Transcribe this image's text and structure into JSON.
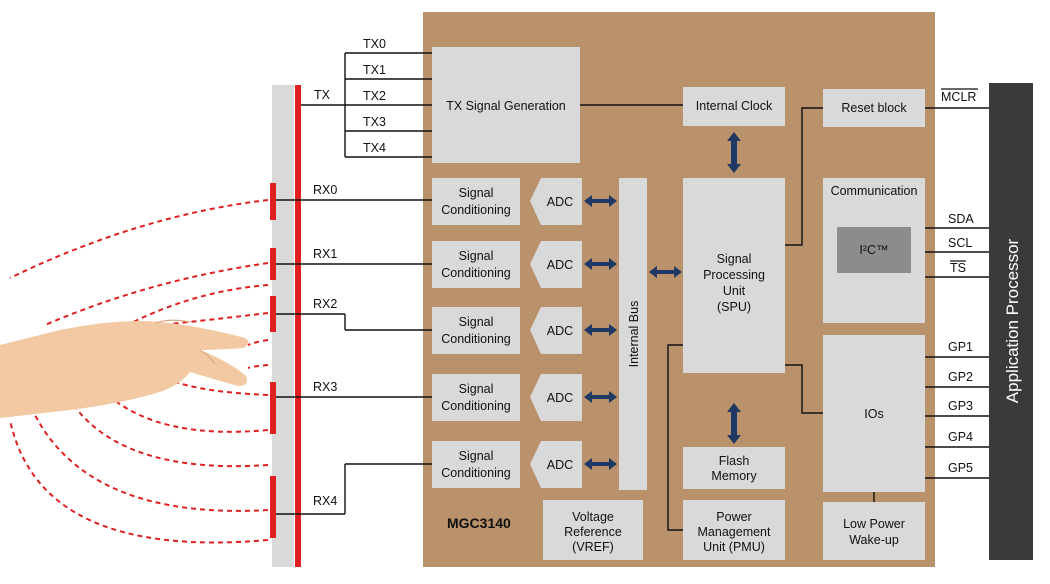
{
  "chip_name": "MGC3140",
  "tx": {
    "bus_label": "TX",
    "channels": [
      "TX0",
      "TX1",
      "TX2",
      "TX3",
      "TX4"
    ],
    "block": "TX Signal Generation"
  },
  "rx": {
    "channels": [
      "RX0",
      "RX1",
      "RX2",
      "RX3",
      "RX4"
    ],
    "conditioning": [
      "Signal",
      "Conditioning"
    ],
    "adc": "ADC"
  },
  "internal_bus": "Internal Bus",
  "internal_clock": "Internal Clock",
  "reset_block": "Reset block",
  "spu": [
    "Signal",
    "Processing",
    "Unit",
    "(SPU)"
  ],
  "communication": {
    "title": "Communication",
    "i2c": "I²C™"
  },
  "ios": "IOs",
  "flash": [
    "Flash",
    "Memory"
  ],
  "vref": [
    "Voltage",
    "Reference",
    "(VREF)"
  ],
  "pmu": [
    "Power",
    "Management",
    "Unit (PMU)"
  ],
  "lpw": [
    "Low Power",
    "Wake-up"
  ],
  "pins": {
    "mclr": "MCLR",
    "sda": "SDA",
    "scl": "SCL",
    "ts": "TS",
    "gp": [
      "GP1",
      "GP2",
      "GP3",
      "GP4",
      "GP5"
    ]
  },
  "app_processor": "Application Processor",
  "colors": {
    "chip_bg": "#b9916a",
    "block_bg": "#d9d9d9",
    "i2c_bg": "#8c8c8c",
    "app_bg": "#3a3a3a",
    "electrode_red": "#e02020",
    "arrow_blue": "#1f3864"
  }
}
